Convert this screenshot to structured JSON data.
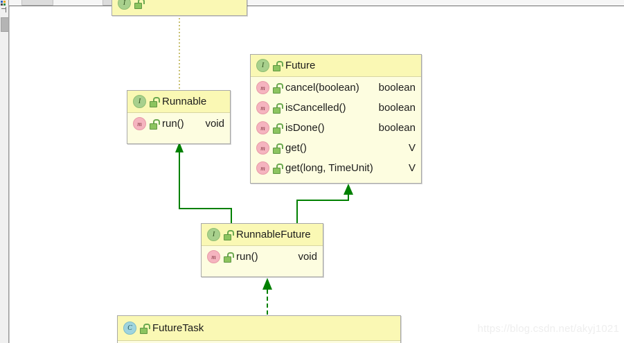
{
  "window": {
    "watermark": "https://blog.csdn.net/akyj1021",
    "toolbar_buttons": [
      "",
      "",
      ""
    ]
  },
  "diagram": {
    "type": "uml-class-diagram",
    "accent_green": "#008000",
    "box_fill": "#fdfde0",
    "header_fill": "#faf8b4",
    "classes": [
      {
        "id": "partial-top",
        "name": "",
        "kind": "interface",
        "kind_icon": "interface-icon",
        "members": []
      },
      {
        "id": "runnable",
        "name": "Runnable",
        "kind": "interface",
        "kind_icon": "interface-icon",
        "members": [
          {
            "icon": "method-icon",
            "visibility": "unlock-icon",
            "name": "run()",
            "type": "void"
          }
        ]
      },
      {
        "id": "future",
        "name": "Future",
        "kind": "interface",
        "kind_icon": "interface-icon",
        "members": [
          {
            "icon": "method-icon",
            "visibility": "unlock-icon",
            "name": "cancel(boolean)",
            "type": "boolean"
          },
          {
            "icon": "method-icon",
            "visibility": "unlock-icon",
            "name": "isCancelled()",
            "type": "boolean"
          },
          {
            "icon": "method-icon",
            "visibility": "unlock-icon",
            "name": "isDone()",
            "type": "boolean"
          },
          {
            "icon": "method-icon",
            "visibility": "unlock-icon",
            "name": "get()",
            "type": "V"
          },
          {
            "icon": "method-icon",
            "visibility": "unlock-icon",
            "name": "get(long, TimeUnit)",
            "type": "V"
          }
        ]
      },
      {
        "id": "runnablefuture",
        "name": "RunnableFuture",
        "kind": "interface",
        "kind_icon": "interface-icon",
        "members": [
          {
            "icon": "method-icon",
            "visibility": "unlock-icon",
            "name": "run()",
            "type": "void"
          }
        ]
      },
      {
        "id": "futuretask",
        "name": "FutureTask",
        "kind": "class",
        "kind_icon": "class-icon",
        "members": []
      }
    ],
    "relations": [
      {
        "from": "partial-top",
        "to": "runnable",
        "style": "dotted",
        "color": "#c8c070",
        "arrow": "none"
      },
      {
        "from": "runnablefuture",
        "to": "runnable",
        "style": "solid",
        "color": "#008000",
        "arrow": "filled-triangle"
      },
      {
        "from": "runnablefuture",
        "to": "future",
        "style": "solid",
        "color": "#008000",
        "arrow": "filled-triangle"
      },
      {
        "from": "futuretask",
        "to": "runnablefuture",
        "style": "dashed",
        "color": "#008000",
        "arrow": "filled-triangle"
      }
    ]
  }
}
